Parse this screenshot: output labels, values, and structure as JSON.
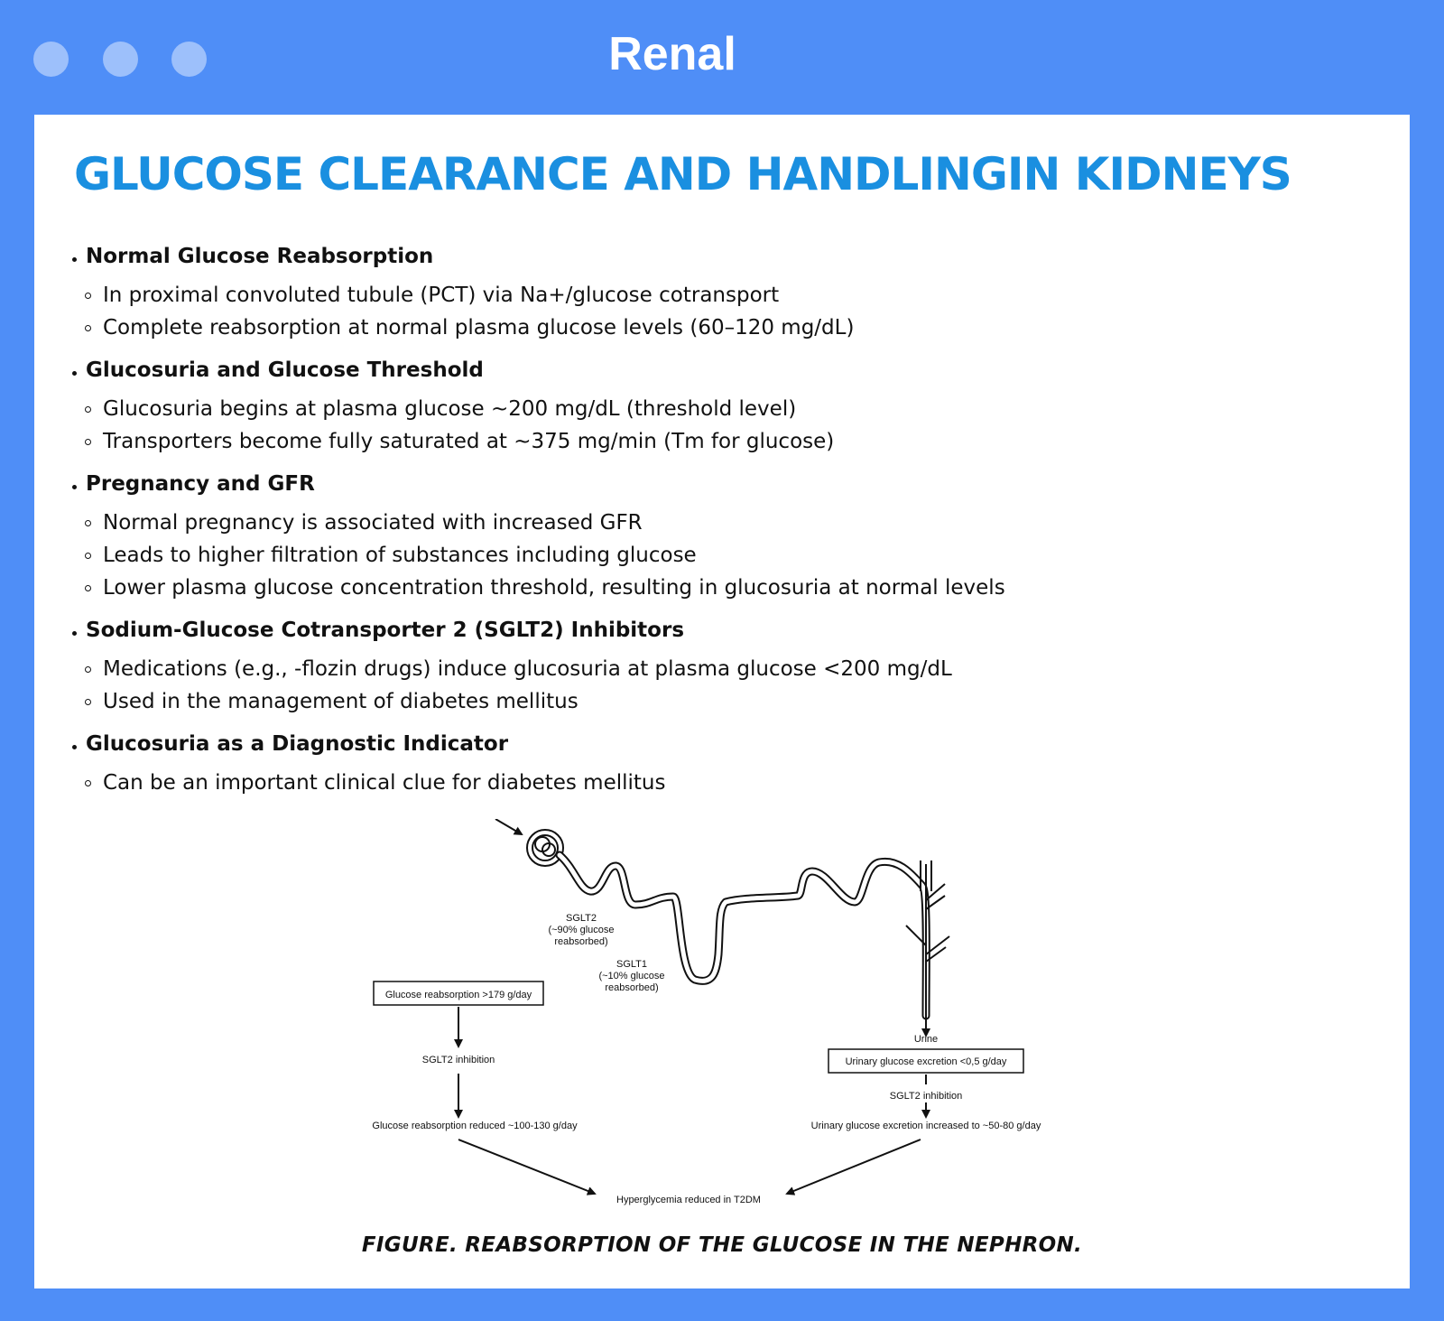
{
  "window": {
    "title": "Renal"
  },
  "document": {
    "title": "GLUCOSE CLEARANCE AND HANDLINGIN KIDNEYS",
    "sections": [
      {
        "heading": "Normal Glucose Reabsorption",
        "points": [
          "In proximal convoluted tubule (PCT) via Na+/glucose cotransport",
          "Complete reabsorption at normal plasma glucose levels (60–120 mg/dL)"
        ]
      },
      {
        "heading": "Glucosuria and Glucose Threshold",
        "points": [
          "Glucosuria begins at plasma glucose ~200 mg/dL (threshold level)",
          "Transporters become fully saturated at ~375 mg/min (Tm for glucose)"
        ]
      },
      {
        "heading": "Pregnancy and GFR",
        "points": [
          "Normal pregnancy is associated with increased GFR",
          "Leads to higher filtration of substances including glucose",
          "Lower plasma glucose concentration threshold, resulting in glucosuria at normal levels"
        ]
      },
      {
        "heading": "Sodium-Glucose Cotransporter 2 (SGLT2) Inhibitors",
        "points": [
          "Medications (e.g., -flozin drugs) induce glucosuria at plasma glucose <200 mg/dL",
          "Used in the management of diabetes mellitus"
        ]
      },
      {
        "heading": "Glucosuria as a Diagnostic Indicator",
        "points": [
          "Can be an important clinical clue for diabetes mellitus"
        ]
      }
    ]
  },
  "figure": {
    "sglt2_label": "SGLT2",
    "sglt2_detail_1": "(~90% glucose",
    "sglt2_detail_2": "reabsorbed)",
    "sglt1_label": "SGLT1",
    "sglt1_detail_1": "(~10% glucose",
    "sglt1_detail_2": "reabsorbed)",
    "left_box": "Glucose reabsorption >179 g/day",
    "left_inhibition": "SGLT2 inhibition",
    "left_result": "Glucose reabsorption reduced ~100-130 g/day",
    "urine_label": "Urine",
    "right_box": "Urinary glucose excretion <0,5 g/day",
    "right_inhibition": "SGLT2 inhibition",
    "right_result": "Urinary glucose excretion increased to ~50-80 g/day",
    "outcome": "Hyperglycemia reduced in T2DM",
    "caption": "FIGURE. REABSORPTION OF THE GLUCOSE IN THE NEPHRON."
  }
}
